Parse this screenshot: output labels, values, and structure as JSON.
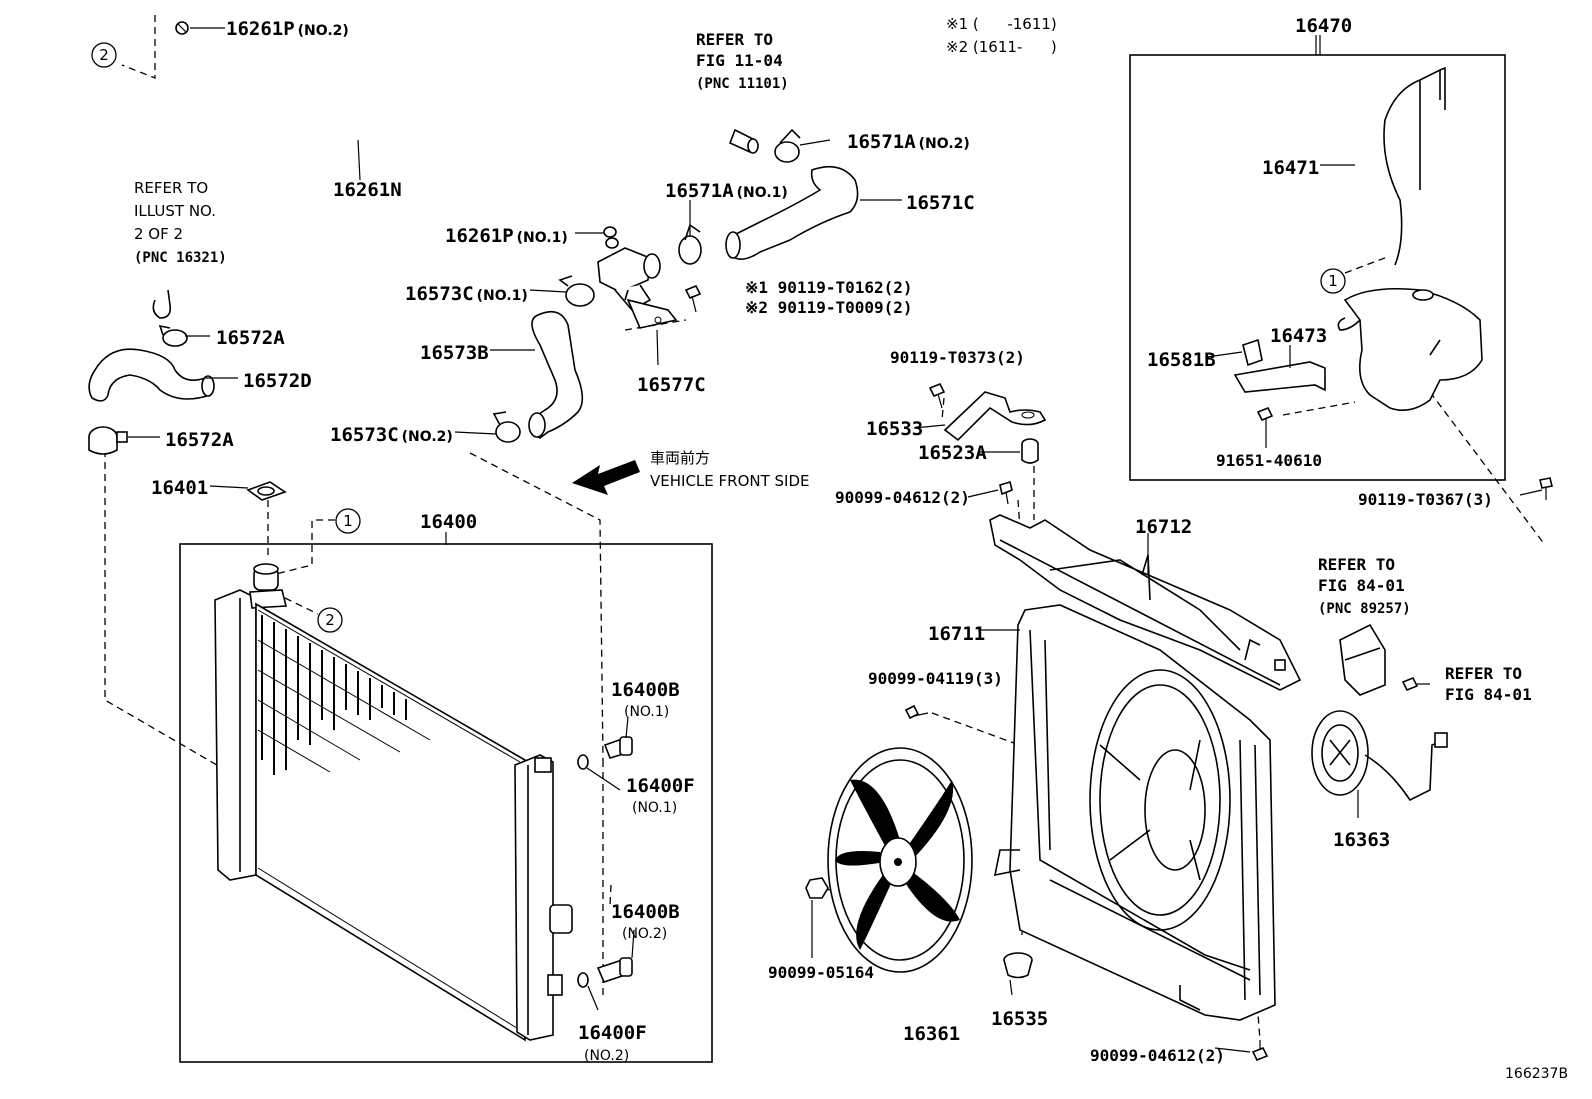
{
  "diagram_code": "166237B",
  "notes": {
    "note1": "※1 (      -1611)",
    "note2": "※2 (1611-      )"
  },
  "direction": {
    "jp": "車両前方",
    "en": "VEHICLE FRONT SIDE"
  },
  "refs": {
    "ref_11_04": [
      "REFER TO",
      "FIG 11-04",
      "(PNC 11101)"
    ],
    "ref_16321": [
      "REFER TO",
      "ILLUST NO.",
      "2 OF 2",
      "(PNC 16321)"
    ],
    "ref_84_01_a": [
      "REFER TO",
      "FIG 84-01",
      "(PNC 89257)"
    ],
    "ref_84_01_b": [
      "REFER TO",
      "FIG 84-01"
    ]
  },
  "callouts": [
    "1",
    "2"
  ],
  "parts": {
    "p16261P_2": {
      "num": "16261P",
      "sub": "(NO.2)"
    },
    "p16261N": {
      "num": "16261N"
    },
    "p16261P_1": {
      "num": "16261P",
      "sub": "(NO.1)"
    },
    "p16571A_2": {
      "num": "16571A",
      "sub": "(NO.2)"
    },
    "p16571A_1": {
      "num": "16571A",
      "sub": "(NO.1)"
    },
    "p16571C": {
      "num": "16571C"
    },
    "p16573C_1": {
      "num": "16573C",
      "sub": "(NO.1)"
    },
    "p16573B": {
      "num": "16573B"
    },
    "p16573C_2": {
      "num": "16573C",
      "sub": "(NO.2)"
    },
    "p16577C": {
      "num": "16577C"
    },
    "bolt_t0162": {
      "num": "※1 90119-T0162(2)"
    },
    "bolt_t0009": {
      "num": "※2 90119-T0009(2)"
    },
    "p16572A_1": {
      "num": "16572A"
    },
    "p16572D": {
      "num": "16572D"
    },
    "p16572A_2": {
      "num": "16572A"
    },
    "p16401": {
      "num": "16401"
    },
    "p16400": {
      "num": "16400"
    },
    "p16400B_1": {
      "num": "16400B",
      "sub": "(NO.1)"
    },
    "p16400F_1": {
      "num": "16400F",
      "sub": "(NO.1)"
    },
    "p16400B_2": {
      "num": "16400B",
      "sub": "(NO.2)"
    },
    "p16400F_2": {
      "num": "16400F",
      "sub": "(NO.2)"
    },
    "bolt_t0373": {
      "num": "90119-T0373(2)"
    },
    "p16533": {
      "num": "16533"
    },
    "p16523A": {
      "num": "16523A"
    },
    "bolt_04612_a": {
      "num": "90099-04612(2)"
    },
    "p16712": {
      "num": "16712"
    },
    "p16711": {
      "num": "16711"
    },
    "bolt_04119": {
      "num": "90099-04119(3)"
    },
    "p05164": {
      "num": "90099-05164"
    },
    "p16361": {
      "num": "16361"
    },
    "p16535": {
      "num": "16535"
    },
    "bolt_04612_b": {
      "num": "90099-04612(2)"
    },
    "p16470": {
      "num": "16470"
    },
    "p16471": {
      "num": "16471"
    },
    "p16473": {
      "num": "16473"
    },
    "p16581B": {
      "num": "16581B"
    },
    "p91651": {
      "num": "91651-40610"
    },
    "bolt_t0367": {
      "num": "90119-T0367(3)"
    },
    "p16363": {
      "num": "16363"
    }
  }
}
